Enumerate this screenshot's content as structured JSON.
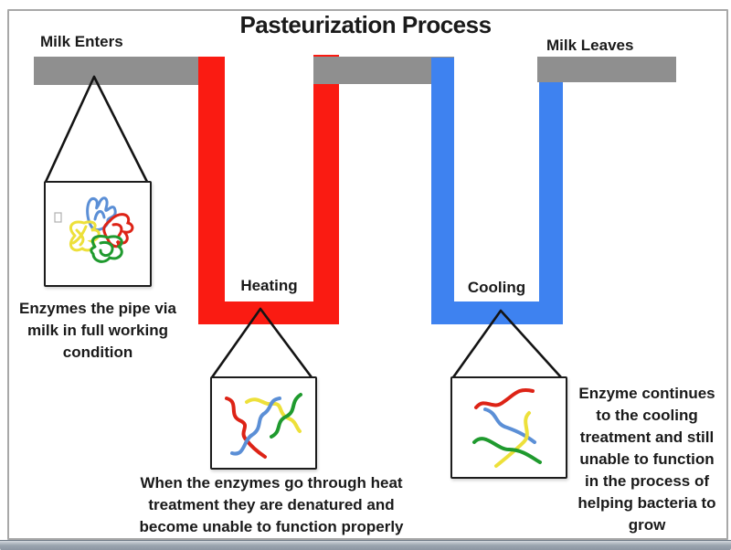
{
  "diagram": {
    "title": "Pasteurization Process",
    "stages": {
      "inlet_label": "Milk Enters",
      "outlet_label": "Milk Leaves",
      "heating_label": "Heating",
      "cooling_label": "Cooling"
    },
    "captions": {
      "intact_enzymes_lines": [
        "Enzymes the pipe via",
        "milk in full working",
        "condition"
      ],
      "denatured_enzymes_lines": [
        "When the enzymes go through heat",
        "treatment they are denatured and",
        "become unable to function properly"
      ],
      "cooled_enzymes_lines": [
        "Enzyme continues",
        "to the cooling",
        "treatment and still",
        "unable to function",
        "in the process of",
        "helping bacteria to",
        "grow"
      ]
    },
    "colors": {
      "pipe_gray": "#8F8F8F",
      "heating_red": "#FA1B12",
      "cooling_blue": "#3E82F0",
      "enzyme_red": "#DD2316",
      "enzyme_blue": "#5B8FD6",
      "enzyme_yellow": "#EDE03A",
      "enzyme_green": "#1F9A2E"
    }
  }
}
